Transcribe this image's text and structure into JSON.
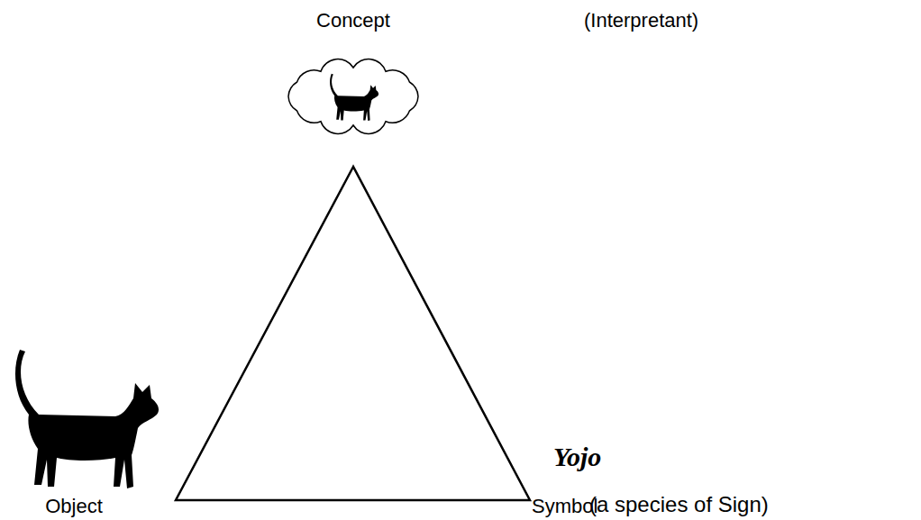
{
  "diagram": {
    "labels": [
      "Concept",
      "(Interpretant)",
      "Object",
      "Yojo",
      "Symbol",
      "(a species of Sign)"
    ]
  }
}
